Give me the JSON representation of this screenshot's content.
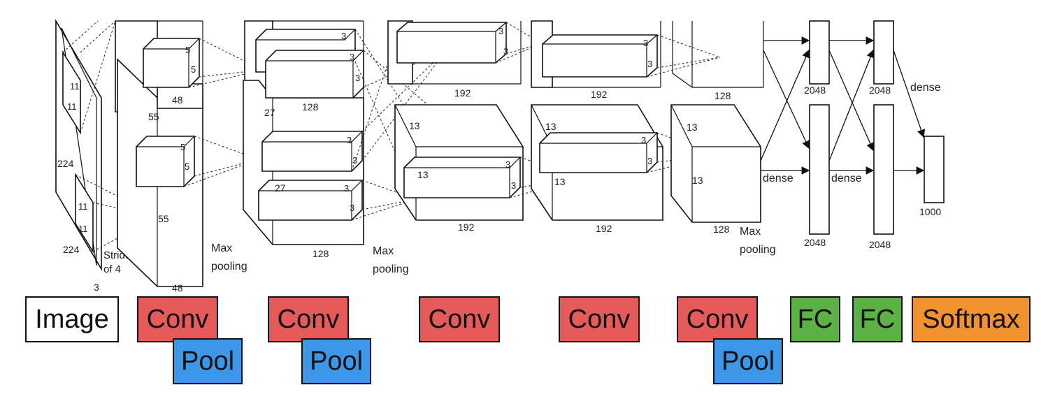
{
  "diagram": {
    "input": {
      "size": "224",
      "size2": "224",
      "depth": "3",
      "kernel_top": [
        "11",
        "11"
      ],
      "kernel_bottom": [
        "11",
        "11"
      ],
      "stride": [
        "Stride",
        "of 4"
      ]
    },
    "layer1": {
      "size": "55",
      "size2": "55",
      "depth_top": "48",
      "depth_bottom": "48",
      "kernel_top": [
        "5",
        "5"
      ],
      "kernel_bottom": [
        "5",
        "5"
      ]
    },
    "pool1": [
      "Max",
      "pooling"
    ],
    "layer2": {
      "size": "27",
      "size2": "27",
      "depth_top": "128",
      "depth_bottom": "128",
      "kernel_top": [
        "3",
        "3",
        "3"
      ],
      "kernel_bottom": [
        "3",
        "3",
        "3",
        "3"
      ]
    },
    "pool2": [
      "Max",
      "pooling"
    ],
    "layer3": {
      "size": "13",
      "size2": "13",
      "depth_top": "192",
      "depth_bottom": "192",
      "kernel_top": [
        "3",
        "3"
      ],
      "kernel_bottom": [
        "3",
        "3"
      ]
    },
    "layer4": {
      "size": "13",
      "size2": "13",
      "depth_top": "192",
      "depth_bottom": "192",
      "kernel_top": [
        "3",
        "3"
      ],
      "kernel_bottom": [
        "3",
        "3"
      ]
    },
    "layer5": {
      "size": "13",
      "size2": "13",
      "depth_top": "128",
      "depth_bottom": "128"
    },
    "pool3": [
      "Max",
      "pooling"
    ],
    "fc": {
      "fc1_top": "2048",
      "fc1_bottom": "2048",
      "fc2_top": "2048",
      "fc2_bottom": "2048",
      "out": "1000"
    },
    "dense_labels": [
      "dense",
      "dense",
      "dense"
    ]
  },
  "legend": {
    "image": "Image",
    "conv": "Conv",
    "pool": "Pool",
    "fc": "FC",
    "softmax": "Softmax"
  },
  "colors": {
    "conv": "#e55b5b",
    "pool": "#3d97e8",
    "fc": "#5cb246",
    "softmax": "#f2912f"
  }
}
